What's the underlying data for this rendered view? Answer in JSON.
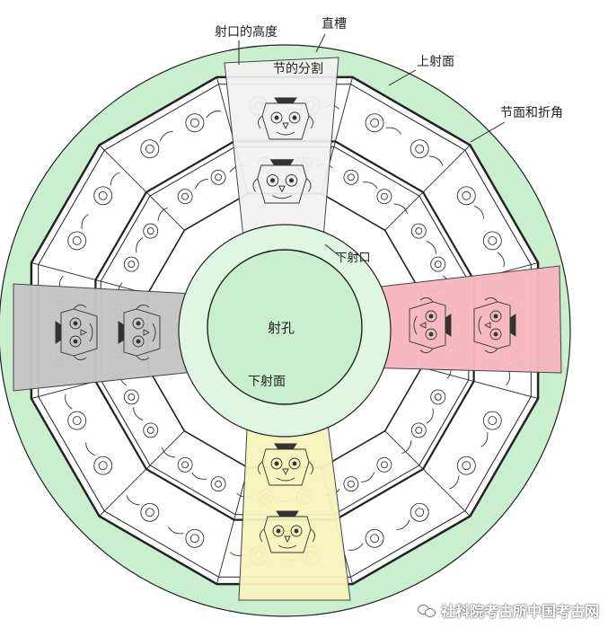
{
  "labels": {
    "hole": "射孔",
    "lower_face": "下射面",
    "lower_mouth": "下射口",
    "mouth_height": "射口的高度",
    "groove": "直槽",
    "segment_division": "节的分割",
    "upper_face": "上射面",
    "segment_face_fold": "节面和折角"
  },
  "watermark": "社科院考古所中国考古网",
  "colors": {
    "outer_ring": "#c9efcf",
    "inner_ring": "#dff6e3",
    "top_section": "#f1f1f1",
    "left_section": "#c4c4c4",
    "right_section": "#f5b7bd",
    "bottom_section": "#f7f3bd",
    "line": "#222222"
  }
}
